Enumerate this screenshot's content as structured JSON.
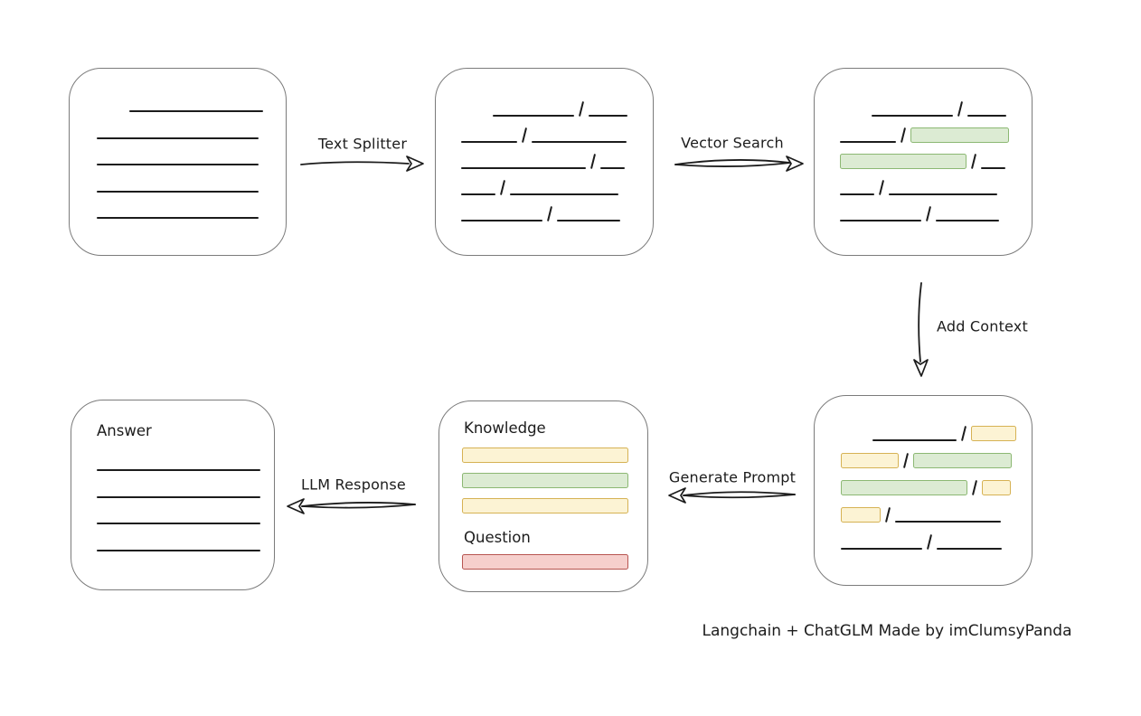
{
  "diagram": {
    "credit": "Langchain + ChatGLM Made by imClumsyPanda",
    "colors": {
      "background": "#ffffff",
      "ink": "#1c1c1c",
      "box_border": "#7b7b7b",
      "green_fill": "#dcebd3",
      "green_border": "#8cb873",
      "yellow_fill": "#fcf3d4",
      "yellow_border": "#d6b254",
      "red_fill": "#f6cfcc",
      "red_border": "#b75551"
    },
    "arrows": [
      {
        "id": "text-splitter",
        "label": "Text Splitter",
        "direction": "right"
      },
      {
        "id": "vector-search",
        "label": "Vector Search",
        "direction": "right"
      },
      {
        "id": "add-context",
        "label": "Add Context",
        "direction": "down"
      },
      {
        "id": "generate-prompt",
        "label": "Generate Prompt",
        "direction": "left"
      },
      {
        "id": "llm-response",
        "label": "LLM Response",
        "direction": "left"
      }
    ],
    "boxes": {
      "source_document": {
        "rows": [
          [
            {
              "k": "space",
              "w": 31
            },
            {
              "k": "line",
              "w": 148
            }
          ],
          [
            {
              "k": "line",
              "w": 179
            }
          ],
          [
            {
              "k": "line",
              "w": 179
            }
          ],
          [
            {
              "k": "line",
              "w": 179
            }
          ],
          [
            {
              "k": "line",
              "w": 179
            }
          ]
        ]
      },
      "split_text": {
        "rows": [
          [
            {
              "k": "space",
              "w": 30
            },
            {
              "k": "line",
              "w": 90
            },
            {
              "k": "slash"
            },
            {
              "k": "line",
              "w": 43
            }
          ],
          [
            {
              "k": "line",
              "w": 62
            },
            {
              "k": "slash"
            },
            {
              "k": "line",
              "w": 105
            }
          ],
          [
            {
              "k": "line",
              "w": 138
            },
            {
              "k": "slash"
            },
            {
              "k": "line",
              "w": 27
            }
          ],
          [
            {
              "k": "line",
              "w": 38
            },
            {
              "k": "slash"
            },
            {
              "k": "line",
              "w": 120
            }
          ],
          [
            {
              "k": "line",
              "w": 90
            },
            {
              "k": "slash"
            },
            {
              "k": "line",
              "w": 70
            }
          ]
        ]
      },
      "matched_chunks": {
        "rows": [
          [
            {
              "k": "space",
              "w": 30
            },
            {
              "k": "line",
              "w": 90
            },
            {
              "k": "slash"
            },
            {
              "k": "line",
              "w": 43
            }
          ],
          [
            {
              "k": "line",
              "w": 62
            },
            {
              "k": "slash"
            },
            {
              "k": "bar",
              "c": "green",
              "w": 107
            }
          ],
          [
            {
              "k": "bar",
              "c": "green",
              "w": 138
            },
            {
              "k": "slash"
            },
            {
              "k": "line",
              "w": 27
            }
          ],
          [
            {
              "k": "line",
              "w": 38
            },
            {
              "k": "slash"
            },
            {
              "k": "line",
              "w": 120
            }
          ],
          [
            {
              "k": "line",
              "w": 90
            },
            {
              "k": "slash"
            },
            {
              "k": "line",
              "w": 70
            }
          ]
        ]
      },
      "context_chunks": {
        "rows": [
          [
            {
              "k": "space",
              "w": 30
            },
            {
              "k": "line",
              "w": 93
            },
            {
              "k": "slash"
            },
            {
              "k": "bar",
              "c": "yellow",
              "w": 48
            }
          ],
          [
            {
              "k": "bar",
              "c": "yellow",
              "w": 62
            },
            {
              "k": "slash"
            },
            {
              "k": "bar",
              "c": "green",
              "w": 107
            }
          ],
          [
            {
              "k": "bar",
              "c": "green",
              "w": 138
            },
            {
              "k": "slash"
            },
            {
              "k": "bar",
              "c": "yellow",
              "w": 30
            }
          ],
          [
            {
              "k": "bar",
              "c": "yellow",
              "w": 42
            },
            {
              "k": "slash"
            },
            {
              "k": "line",
              "w": 117
            }
          ],
          [
            {
              "k": "line",
              "w": 90
            },
            {
              "k": "slash"
            },
            {
              "k": "line",
              "w": 72
            }
          ]
        ]
      },
      "prompt": {
        "knowledge_label": "Knowledge",
        "question_label": "Question",
        "knowledge_bars": [
          "yellow",
          "green",
          "yellow"
        ],
        "question_bars": [
          "red"
        ]
      },
      "answer": {
        "label": "Answer",
        "rows": [
          [
            {
              "k": "line",
              "w": 181
            }
          ],
          [
            {
              "k": "line",
              "w": 181
            }
          ],
          [
            {
              "k": "line",
              "w": 181
            }
          ],
          [
            {
              "k": "line",
              "w": 181
            }
          ]
        ]
      }
    }
  }
}
